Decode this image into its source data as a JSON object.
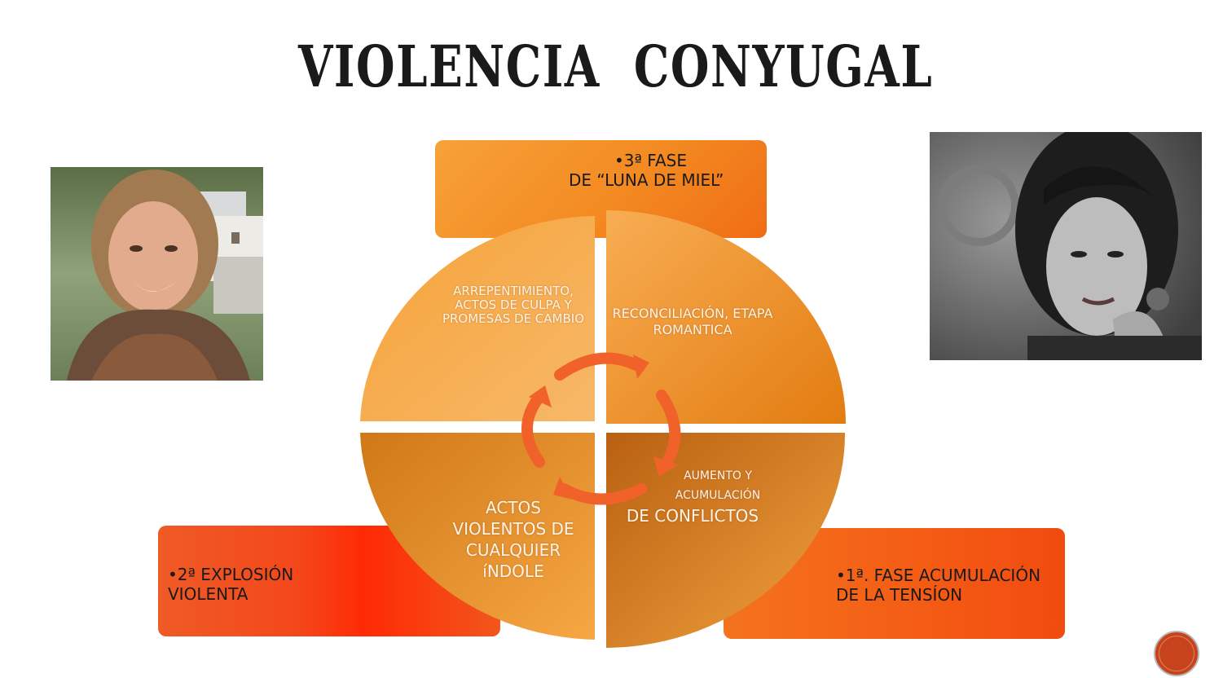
{
  "slide": {
    "title": "VIOLENCIA  CONYUGAL"
  },
  "phases": {
    "top": {
      "bullet": "•3ª FASE",
      "line2": "DE “LUNA DE MIEL”"
    },
    "left": {
      "text": "•2ª EXPLOSIÓN VIOLENTA"
    },
    "right": {
      "text": "•1ª. FASE ACUMULACIÓN DE LA TENSÍON"
    }
  },
  "cycle": {
    "top_left": "ARREPENTIMIENTO, ACTOS DE CULPA Y PROMESAS DE CAMBIO",
    "top_right": "RECONCILIACIÓN, ETAPA ROMANTICA",
    "bottom_left": "ACTOS VIOLENTOS DE CUALQUIER íNDOLE",
    "bottom_right_small": "AUMENTO Y ACUMULACIÓN",
    "bottom_right_large": "DE CONFLICTOS"
  },
  "colors": {
    "accent_orange": "#f38a22",
    "accent_red": "#ff2a05",
    "corner_button": "#c7431b"
  },
  "icons": {
    "corner_button": "circle-button-icon",
    "cycle_arrows": "circular-arrows-icon"
  }
}
